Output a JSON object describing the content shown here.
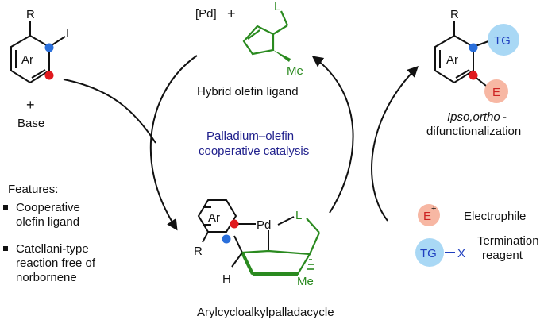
{
  "colors": {
    "black": "#111111",
    "green": "#2a8a1f",
    "navy": "#1f1f8c",
    "dot_red": "#e0191e",
    "dot_blue": "#2a6fdb",
    "halo_blue": "#a9d8f5",
    "halo_red": "#f7b7a3"
  },
  "start": {
    "R": "R",
    "I": "I",
    "Ar": "Ar",
    "plus": "+",
    "base": "Base"
  },
  "ligand": {
    "pd": "[Pd]",
    "plus": "+",
    "L": "L",
    "Me": "Me",
    "caption": "Hybrid olefin ligand"
  },
  "center": {
    "line1": "Palladium–olefin",
    "line2": "cooperative catalysis"
  },
  "product": {
    "R": "R",
    "Ar": "Ar",
    "TG": "TG",
    "E": "E",
    "caption_italic": "Ipso,ortho",
    "caption_suffix": "-",
    "caption_line2": "difunctionalization"
  },
  "features": {
    "heading": "Features:",
    "items": [
      {
        "lines": [
          "Cooperative",
          "olefin ligand"
        ]
      },
      {
        "lines": [
          "Catellani-type",
          "reaction free of",
          "norbornene"
        ]
      }
    ]
  },
  "palladacycle": {
    "Ar": "Ar",
    "Pd": "Pd",
    "L": "L",
    "R": "R",
    "H": "H",
    "Me": "Me",
    "caption": "Arylcycloalkylpalladacycle"
  },
  "reagents": {
    "E": "E",
    "E_charge": "+",
    "electrophile": "Electrophile",
    "TG": "TG",
    "dash_x": "X",
    "termination_line1": "Termination",
    "termination_line2": "reagent"
  }
}
